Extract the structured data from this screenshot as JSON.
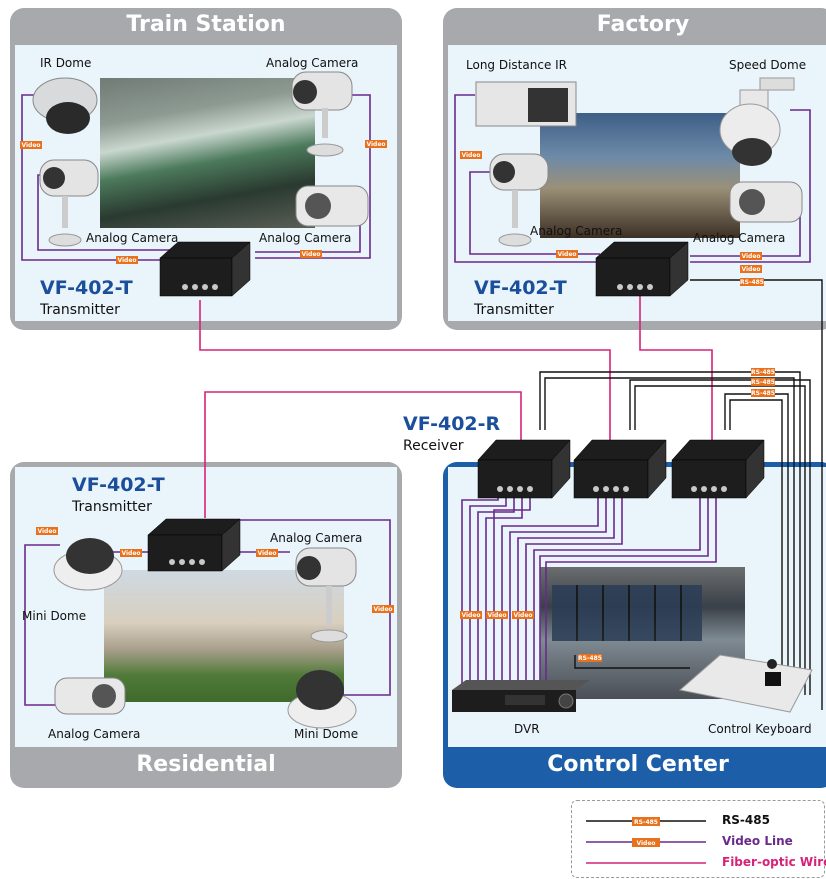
{
  "panels": {
    "train": {
      "title": "Train Station"
    },
    "factory": {
      "title": "Factory"
    },
    "residential": {
      "title": "Residential"
    },
    "control": {
      "title": "Control Center"
    }
  },
  "labels": {
    "ir_dome": "IR Dome",
    "analog_camera": "Analog Camera",
    "long_distance_ir": "Long Distance IR",
    "speed_dome": "Speed Dome",
    "mini_dome": "Mini Dome",
    "dvr": "DVR",
    "control_keyboard": "Control Keyboard"
  },
  "devices": {
    "transmitter_model": "VF-402-T",
    "transmitter_role": "Transmitter",
    "receiver_model": "VF-402-R",
    "receiver_role": "Receiver"
  },
  "tags": {
    "video": "Video",
    "rs485": "RS-485"
  },
  "legend": {
    "rs485": "RS-485",
    "video_line": "Video Line",
    "fiber": "Fiber-optic Wire"
  },
  "colors": {
    "video_line": "#6a2a8c",
    "fiber": "#d6227a",
    "rs485": "#111111",
    "tag": "#e8711c",
    "panel_gray": "#a7a9ac",
    "panel_blue": "#1c5ea8",
    "model_text": "#1b4f9c"
  }
}
